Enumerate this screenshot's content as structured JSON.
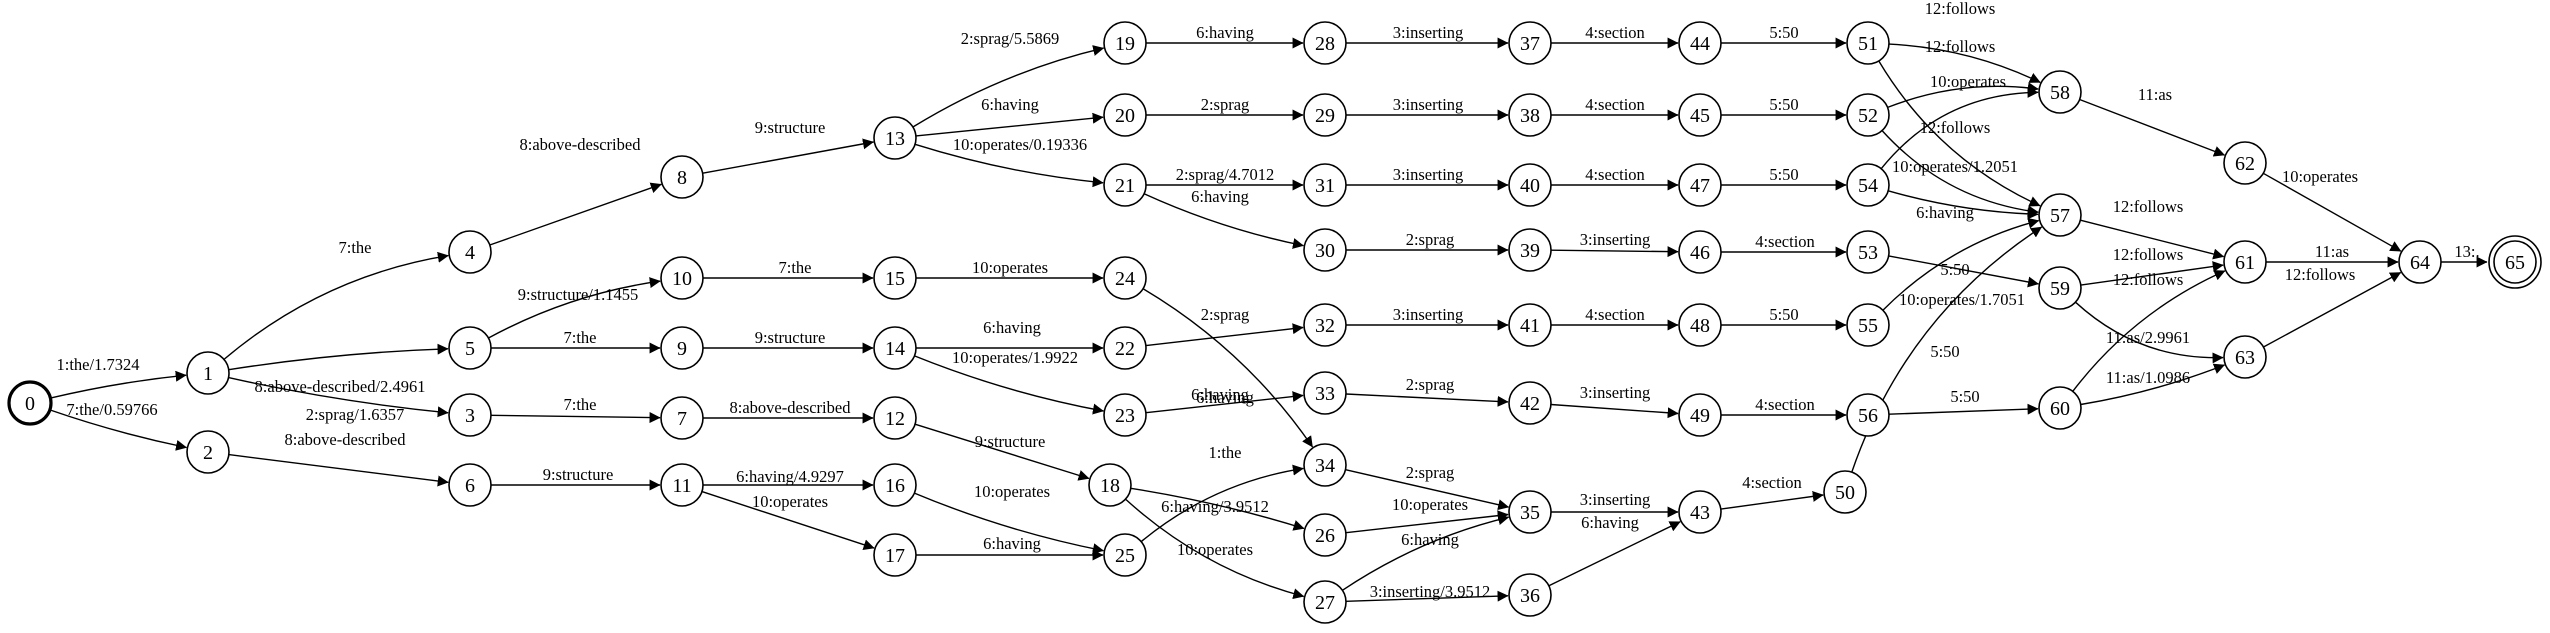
{
  "diagram": {
    "start_state": "0",
    "final_states": [
      "65"
    ],
    "states": [
      "0",
      "1",
      "2",
      "3",
      "4",
      "5",
      "6",
      "7",
      "8",
      "9",
      "10",
      "11",
      "12",
      "13",
      "14",
      "15",
      "16",
      "17",
      "18",
      "19",
      "20",
      "21",
      "22",
      "23",
      "24",
      "25",
      "26",
      "27",
      "28",
      "29",
      "30",
      "31",
      "32",
      "33",
      "34",
      "35",
      "36",
      "37",
      "38",
      "39",
      "40",
      "41",
      "42",
      "43",
      "44",
      "45",
      "46",
      "47",
      "48",
      "49",
      "50",
      "51",
      "52",
      "53",
      "54",
      "55",
      "56",
      "57",
      "58",
      "59",
      "60",
      "61",
      "62",
      "63",
      "64",
      "65"
    ],
    "edges": [
      {
        "from": "0",
        "to": "1",
        "label": "1:the/1.7324"
      },
      {
        "from": "0",
        "to": "2",
        "label": "7:the/0.59766"
      },
      {
        "from": "1",
        "to": "4",
        "label": "7:the"
      },
      {
        "from": "1",
        "to": "5",
        "label": "8:above-described/2.4961"
      },
      {
        "from": "1",
        "to": "3",
        "label": "2:sprag/1.6357"
      },
      {
        "from": "2",
        "to": "6",
        "label": "8:above-described"
      },
      {
        "from": "3",
        "to": "7",
        "label": "7:the"
      },
      {
        "from": "4",
        "to": "8",
        "label": "8:above-described"
      },
      {
        "from": "5",
        "to": "10",
        "label": "9:structure/1.1455"
      },
      {
        "from": "5",
        "to": "9",
        "label": "7:the"
      },
      {
        "from": "6",
        "to": "11",
        "label": "9:structure"
      },
      {
        "from": "7",
        "to": "12",
        "label": "8:above-described"
      },
      {
        "from": "8",
        "to": "13",
        "label": "9:structure"
      },
      {
        "from": "9",
        "to": "14",
        "label": "9:structure"
      },
      {
        "from": "10",
        "to": "15",
        "label": "7:the"
      },
      {
        "from": "11",
        "to": "16",
        "label": "6:having/4.9297"
      },
      {
        "from": "11",
        "to": "17",
        "label": "10:operates"
      },
      {
        "from": "12",
        "to": "18",
        "label": "9:structure"
      },
      {
        "from": "13",
        "to": "19",
        "label": "2:sprag/5.5869"
      },
      {
        "from": "13",
        "to": "20",
        "label": "6:having"
      },
      {
        "from": "13",
        "to": "21",
        "label": "10:operates/0.19336"
      },
      {
        "from": "14",
        "to": "22",
        "label": "6:having"
      },
      {
        "from": "14",
        "to": "23",
        "label": "10:operates/1.9922"
      },
      {
        "from": "15",
        "to": "24",
        "label": "10:operates"
      },
      {
        "from": "16",
        "to": "25",
        "label": "10:operates"
      },
      {
        "from": "17",
        "to": "25",
        "label": "6:having"
      },
      {
        "from": "18",
        "to": "26",
        "label": "6:having/3.9512"
      },
      {
        "from": "18",
        "to": "27",
        "label": "10:operates"
      },
      {
        "from": "19",
        "to": "28",
        "label": "6:having"
      },
      {
        "from": "20",
        "to": "29",
        "label": "2:sprag"
      },
      {
        "from": "21",
        "to": "31",
        "label": "2:sprag/4.7012"
      },
      {
        "from": "21",
        "to": "30",
        "label": "6:having"
      },
      {
        "from": "22",
        "to": "32",
        "label": "2:sprag"
      },
      {
        "from": "23",
        "to": "33",
        "label": "6:having"
      },
      {
        "from": "24",
        "to": "34",
        "label": "6:having"
      },
      {
        "from": "25",
        "to": "34",
        "label": "1:the"
      },
      {
        "from": "26",
        "to": "35",
        "label": "10:operates"
      },
      {
        "from": "27",
        "to": "35",
        "label": "6:having"
      },
      {
        "from": "27",
        "to": "36",
        "label": "3:inserting/3.9512"
      },
      {
        "from": "28",
        "to": "37",
        "label": "3:inserting"
      },
      {
        "from": "29",
        "to": "38",
        "label": "3:inserting"
      },
      {
        "from": "30",
        "to": "39",
        "label": "2:sprag"
      },
      {
        "from": "31",
        "to": "40",
        "label": "3:inserting"
      },
      {
        "from": "32",
        "to": "41",
        "label": "3:inserting"
      },
      {
        "from": "33",
        "to": "42",
        "label": "2:sprag"
      },
      {
        "from": "34",
        "to": "35",
        "label": "2:sprag"
      },
      {
        "from": "35",
        "to": "43",
        "label": "3:inserting"
      },
      {
        "from": "36",
        "to": "43",
        "label": "6:having"
      },
      {
        "from": "37",
        "to": "44",
        "label": "4:section"
      },
      {
        "from": "38",
        "to": "45",
        "label": "4:section"
      },
      {
        "from": "39",
        "to": "46",
        "label": "3:inserting"
      },
      {
        "from": "40",
        "to": "47",
        "label": "4:section"
      },
      {
        "from": "41",
        "to": "48",
        "label": "4:section"
      },
      {
        "from": "42",
        "to": "49",
        "label": "3:inserting"
      },
      {
        "from": "43",
        "to": "50",
        "label": "4:section"
      },
      {
        "from": "44",
        "to": "51",
        "label": "5:50"
      },
      {
        "from": "45",
        "to": "52",
        "label": "5:50"
      },
      {
        "from": "46",
        "to": "53",
        "label": "4:section"
      },
      {
        "from": "47",
        "to": "54",
        "label": "5:50"
      },
      {
        "from": "48",
        "to": "55",
        "label": "5:50"
      },
      {
        "from": "49",
        "to": "56",
        "label": "4:section"
      },
      {
        "from": "50",
        "to": "57",
        "label": "5:50"
      },
      {
        "from": "51",
        "to": "58",
        "label": "12:follows"
      },
      {
        "from": "51",
        "to": "57",
        "label": "10:operates"
      },
      {
        "from": "52",
        "to": "58",
        "label": "12:follows"
      },
      {
        "from": "52",
        "to": "57",
        "label": "10:operates/1.2051"
      },
      {
        "from": "53",
        "to": "59",
        "label": "5:50"
      },
      {
        "from": "54",
        "to": "58",
        "label": "12:follows"
      },
      {
        "from": "54",
        "to": "57",
        "label": "6:having"
      },
      {
        "from": "55",
        "to": "57",
        "label": "10:operates/1.7051"
      },
      {
        "from": "56",
        "to": "60",
        "label": "5:50"
      },
      {
        "from": "57",
        "to": "61",
        "label": "12:follows"
      },
      {
        "from": "58",
        "to": "62",
        "label": "11:as"
      },
      {
        "from": "59",
        "to": "61",
        "label": "12:follows"
      },
      {
        "from": "59",
        "to": "63",
        "label": "11:as/2.9961"
      },
      {
        "from": "60",
        "to": "61",
        "label": "12:follows"
      },
      {
        "from": "60",
        "to": "63",
        "label": "11:as/1.0986"
      },
      {
        "from": "61",
        "to": "64",
        "label": "11:as"
      },
      {
        "from": "62",
        "to": "64",
        "label": "10:operates"
      },
      {
        "from": "63",
        "to": "64",
        "label": "12:follows"
      },
      {
        "from": "64",
        "to": "65",
        "label": "13:."
      }
    ]
  }
}
